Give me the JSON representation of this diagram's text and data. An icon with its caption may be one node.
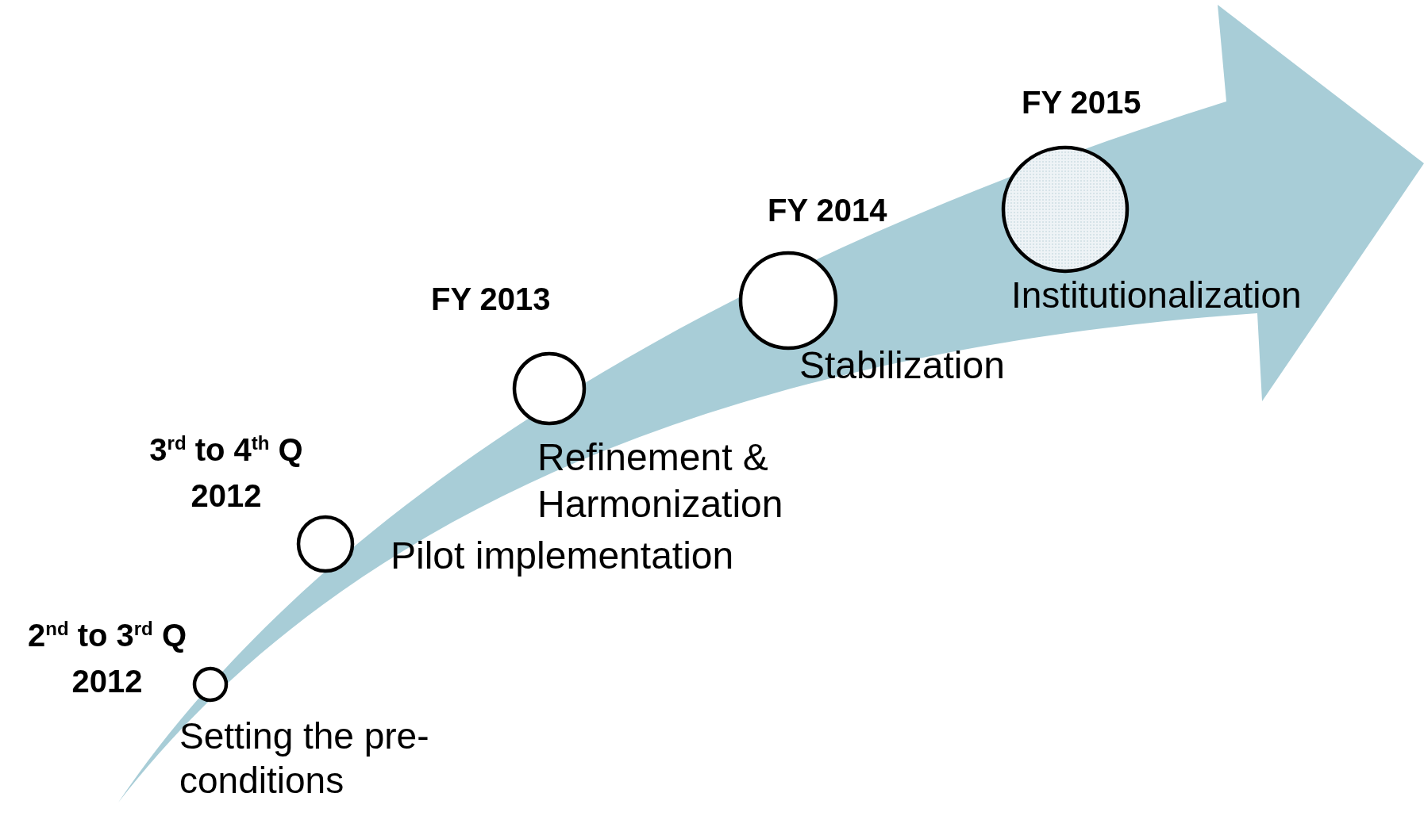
{
  "diagram": {
    "nodes": [
      {
        "text": [],
        "shape": "circle",
        "beside": [
          "2$^{nd}$  to 3$^{rd}$ Q 2012",
          "Setting the  pre- conditions"
        ]
      },
      {
        "text": [],
        "shape": "circle",
        "beside": [
          "3$^{rd}$ to 4$^{th}$ Q 2012",
          "Pilot implementation"
        ]
      },
      {
        "text": [],
        "shape": "circle",
        "beside": [
          "FY 2013",
          "Refinement & Harmonization"
        ]
      },
      {
        "text": [],
        "shape": "circle",
        "beside": [
          "FY 2014",
          "Stabilization"
        ]
      },
      {
        "text": [],
        "shape": "circle",
        "beside": [
          "FY 2015",
          "Institutionalization"
        ]
      }
    ]
  }
}
